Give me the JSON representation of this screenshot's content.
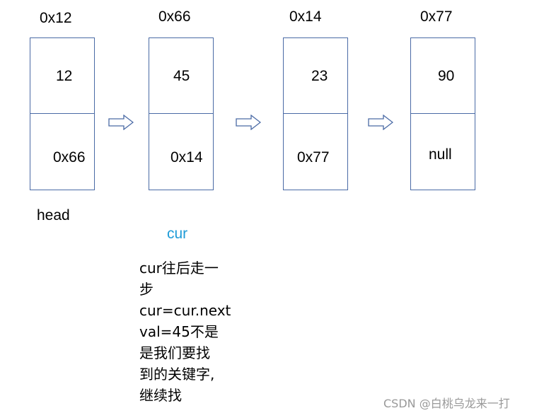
{
  "nodes": [
    {
      "address": "0x12",
      "value": "12",
      "next": "0x66"
    },
    {
      "address": "0x66",
      "value": "45",
      "next": "0x14"
    },
    {
      "address": "0x14",
      "value": "23",
      "next": "0x77"
    },
    {
      "address": "0x77",
      "value": "90",
      "next": "null"
    }
  ],
  "labels": {
    "head": "head",
    "cur": "cur"
  },
  "note_lines": [
    "cur往后走一",
    "步",
    "cur=cur.next",
    "val=45不是",
    "是我们要找",
    "到的关键字,",
    "继续找"
  ],
  "watermark": "CSDN @白桃乌龙来一打",
  "colors": {
    "box_border": "#4a6aa5",
    "arrow_stroke": "#4a6aa5",
    "cur_label": "#1e9bd7",
    "text": "#000000",
    "watermark": "#999999"
  }
}
